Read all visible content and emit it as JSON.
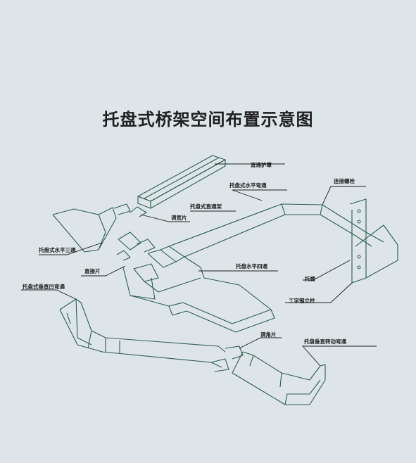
{
  "title": "托盘式桥架空间布置示意图",
  "labels": {
    "straight_cover": "直通护罩",
    "horizontal_bend": "托盘式水平弯通",
    "connecting_bolt": "连接螺栓",
    "straight_section": "托盘式直通架",
    "reducer_plate": "调宽片",
    "horizontal_tee": "托盘式水平三通",
    "connecting_plate": "直接片",
    "horizontal_cross": "托盘水平四通",
    "cantilever": "托臂",
    "vertical_down_bend": "托盘式垂直凹弯通",
    "i_beam_column": "工字钢立柱",
    "angle_plate": "调角片",
    "vertical_rotating_bend": "托盘垂直转动弯通"
  },
  "colors": {
    "line": "#2e5e4e",
    "background": "#dde5e9"
  }
}
